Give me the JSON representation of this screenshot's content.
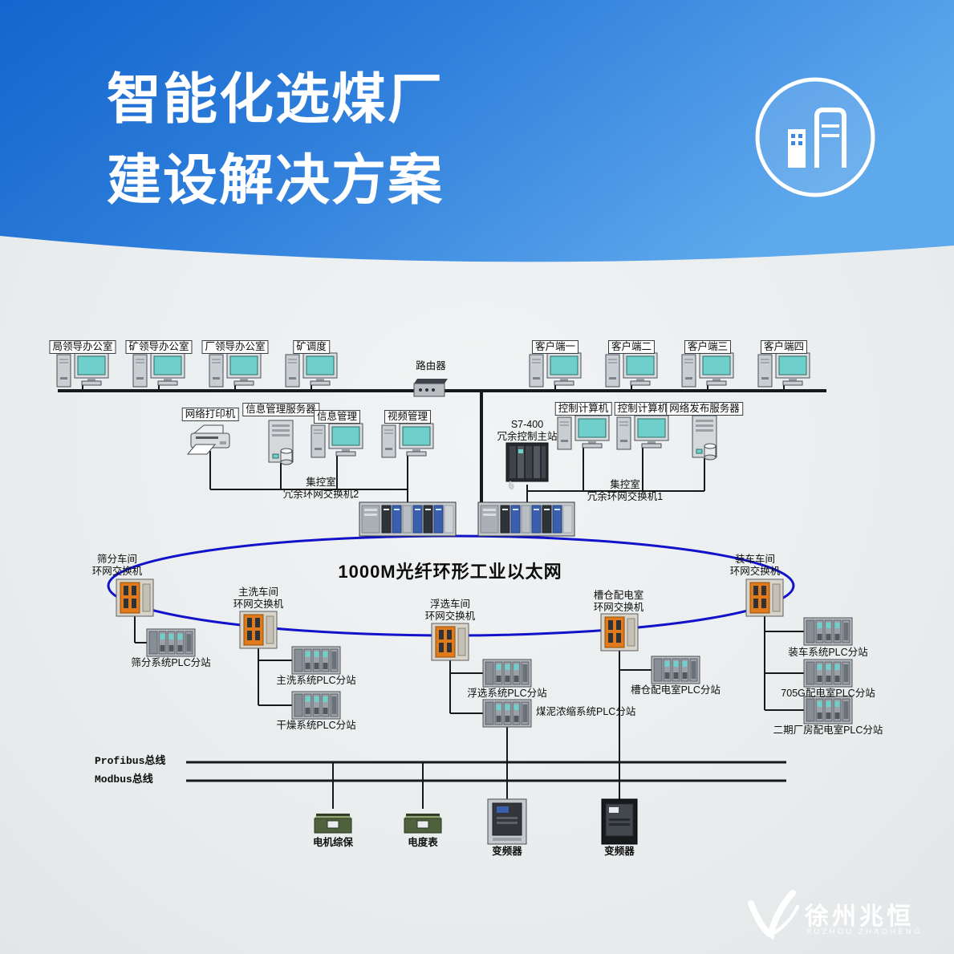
{
  "header": {
    "title_line1": "智能化选煤厂",
    "title_line2": "建设解决方案"
  },
  "colors": {
    "header_blue": "#1465cd",
    "header_blue_light": "#5ea8ec",
    "ring_blue": "#1212cb",
    "switch_orange": "#e07a1a",
    "screen_teal": "#6fcfca",
    "background": "#eceff0"
  },
  "network": {
    "ring_title": "1000M光纤环形工业以太网",
    "top_nodes": [
      "局领导办公室",
      "矿领导办公室",
      "厂领导办公室",
      "矿调度",
      "客户端一",
      "客户端二",
      "客户端三",
      "客户端四"
    ],
    "router_label": "路由器",
    "mgmt_nodes": [
      "网络打印机",
      "信息管理服务器",
      "信息管理",
      "视频管理"
    ],
    "ctrl_nodes": [
      "控制计算机",
      "控制计算机",
      "网络发布服务器"
    ],
    "s7_station": {
      "line1": "S7-400",
      "line2": "冗余控制主站"
    },
    "switch_left": {
      "line1": "集控室",
      "line2": "冗余环网交换机2"
    },
    "switch_right": {
      "line1": "集控室",
      "line2": "冗余环网交换机1"
    },
    "ring_switches": [
      {
        "line1": "筛分车间",
        "line2": "环网交换机"
      },
      {
        "line1": "主洗车间",
        "line2": "环网交换机"
      },
      {
        "line1": "浮选车间",
        "line2": "环网交换机"
      },
      {
        "line1": "槽仓配电室",
        "line2": "环网交换机"
      },
      {
        "line1": "装车车间",
        "line2": "环网交换机"
      }
    ],
    "plc_stations": [
      "筛分系统PLC分站",
      "主洗系统PLC分站",
      "干燥系统PLC分站",
      "浮选系统PLC分站",
      "煤泥浓缩系统PLC分站",
      "槽仓配电室PLC分站",
      "装车系统PLC分站",
      "705G配电室PLC分站",
      "二期厂房配电室PLC分站"
    ],
    "bus_labels": [
      "Profibus总线",
      "Modbus总线"
    ],
    "field_devices": [
      "电机综保",
      "电度表",
      "变频器",
      "变频器"
    ]
  },
  "logo": {
    "name": "徐州兆恒",
    "subtitle": "XUZHOU ZHAOHENG"
  }
}
